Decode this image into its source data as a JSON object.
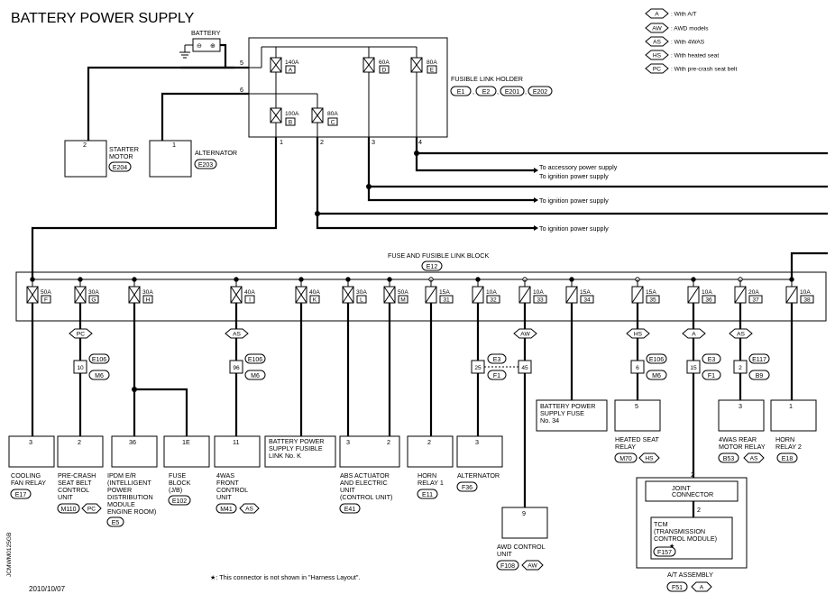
{
  "title": "BATTERY POWER SUPPLY",
  "legend": [
    {
      "tag": "A",
      "text": ": With A/T"
    },
    {
      "tag": "AW",
      "text": ": AWD models"
    },
    {
      "tag": "AS",
      "text": ": With 4WAS"
    },
    {
      "tag": "HS",
      "text": ": With heated seat"
    },
    {
      "tag": "PC",
      "text": ": With pre-crash seat belt"
    }
  ],
  "battery": {
    "label": "BATTERY",
    "minus": "⊖",
    "plus": "⊕"
  },
  "fusible_link_holder": {
    "label": "FUSIBLE LINK HOLDER",
    "connectors": [
      "E1",
      "E2",
      "E201",
      "E202"
    ],
    "links": [
      {
        "amp": "140A",
        "id": "A"
      },
      {
        "amp": "100A",
        "id": "B"
      },
      {
        "amp": "80A",
        "id": "C"
      },
      {
        "amp": "60A",
        "id": "D"
      },
      {
        "amp": "80A",
        "id": "E"
      }
    ],
    "pins": [
      "5",
      "6",
      "1",
      "2",
      "3",
      "4"
    ]
  },
  "starter": {
    "pin": "2",
    "label_lines": [
      "STARTER",
      "MOTOR"
    ],
    "conn": "E204"
  },
  "alternator_top": {
    "pin": "1",
    "label_lines": [
      "ALTERNATOR"
    ],
    "conn": "E203"
  },
  "arrows": [
    "To accessory power supply",
    "To ignition power supply",
    "To ignition power supply",
    "To ignition power supply"
  ],
  "fuse_block": {
    "label": "FUSE AND FUSIBLE LINK BLOCK",
    "conn": "E12",
    "fuses": [
      {
        "amp": "50A",
        "id": "F"
      },
      {
        "amp": "30A",
        "id": "G"
      },
      {
        "amp": "30A",
        "id": "H"
      },
      {
        "amp": "40A",
        "id": "I"
      },
      {
        "amp": "40A",
        "id": "K"
      },
      {
        "amp": "30A",
        "id": "L"
      },
      {
        "amp": "50A",
        "id": "M"
      },
      {
        "amp": "15A",
        "id": "31"
      },
      {
        "amp": "10A",
        "id": "32"
      },
      {
        "amp": "10A",
        "id": "33"
      },
      {
        "amp": "15A",
        "id": "34"
      },
      {
        "amp": "15A",
        "id": "35"
      },
      {
        "amp": "10A",
        "id": "36"
      },
      {
        "amp": "20A",
        "id": "37"
      },
      {
        "amp": "10A",
        "id": "38"
      }
    ]
  },
  "option_tags": {
    "pc": "PC",
    "as1": "AS",
    "aw": "AW",
    "hs": "HS",
    "a": "A",
    "as2": "AS"
  },
  "joints": {
    "j1": {
      "pin": "10",
      "c1": "E106",
      "c2": "M6"
    },
    "j2": {
      "pin": "96",
      "c1": "E106",
      "c2": "M6"
    },
    "j3": {
      "pin": "25",
      "c1": "E3",
      "c2": "F1"
    },
    "j3b": {
      "pin": "45"
    },
    "j4": {
      "pin": "6",
      "c1": "E106",
      "c2": "M6"
    },
    "j5": {
      "pin": "15",
      "c1": "E3",
      "c2": "F1"
    },
    "j6": {
      "pin": "2",
      "c1": "E117",
      "c2": "B9"
    }
  },
  "components": [
    {
      "pin": "3",
      "lines": [
        "COOLING",
        "FAN RELAY"
      ],
      "conn": "E17",
      "tag": ""
    },
    {
      "pin": "2",
      "lines": [
        "PRE-CRASH",
        "SEAT BELT",
        "CONTROL",
        "UNIT"
      ],
      "conn": "M110",
      "tag": "PC"
    },
    {
      "pin": "36",
      "lines": [
        "IPDM E/R",
        "(INTELLIGENT",
        "POWER",
        "DISTRIBUTION",
        "MODULE",
        "ENGINE ROOM)"
      ],
      "conn": "E5",
      "tag": ""
    },
    {
      "pin": "1E",
      "lines": [
        "FUSE",
        "BLOCK",
        "(J/B)"
      ],
      "conn": "E102",
      "tag": ""
    },
    {
      "pin": "11",
      "lines": [
        "4WAS",
        "FRONT",
        "CONTROL",
        "UNIT"
      ],
      "conn": "M41",
      "tag": "AS"
    },
    {
      "pin": "",
      "lines": [
        "BATTERY POWER",
        "SUPPLY FUSIBLE",
        "LINK No. K"
      ],
      "conn": "",
      "tag": ""
    },
    {
      "pin": "3",
      "pin2": "2",
      "lines": [
        "ABS ACTUATOR",
        "AND ELECTRIC",
        "UNIT",
        "(CONTROL UNIT)"
      ],
      "conn": "E41",
      "tag": ""
    },
    {
      "pin": "2",
      "lines": [
        "HORN",
        "RELAY 1"
      ],
      "conn": "E11",
      "tag": ""
    },
    {
      "pin": "3",
      "lines": [
        "ALTERNATOR"
      ],
      "conn": "F36",
      "tag": ""
    },
    {
      "pin": "9",
      "lines": [
        "AWD CONTROL",
        "UNIT"
      ],
      "conn": "F108",
      "tag": "AW"
    },
    {
      "pin": "",
      "lines": [
        "BATTERY POWER",
        "SUPPLY FUSE",
        "No. 34"
      ],
      "conn": "",
      "tag": ""
    },
    {
      "pin": "5",
      "lines": [
        "HEATED SEAT",
        "RELAY"
      ],
      "conn": "M70",
      "tag": "HS"
    },
    {
      "pin": "3",
      "lines": [
        "4WAS REAR",
        "MOTOR RELAY"
      ],
      "conn": "B53",
      "tag": "AS"
    },
    {
      "pin": "1",
      "lines": [
        "HORN",
        "RELAY 2"
      ],
      "conn": "E18",
      "tag": ""
    }
  ],
  "at_assembly": {
    "joint_pin_top": "2",
    "joint_label": "JOINT\nCONNECTOR",
    "joint_pin_bottom": "2",
    "tcm_lines": [
      "TCM",
      "(TRANSMISSION",
      "CONTROL MODULE)"
    ],
    "tcm_star": "★",
    "tcm_conn": "F157",
    "label": "A/T ASSEMBLY",
    "conn": "F51",
    "tag": "A"
  },
  "footnote": "★: This connector is not shown in \"Harness Layout\".",
  "date": "2010/10/07",
  "code": "JCMWM0125GB"
}
